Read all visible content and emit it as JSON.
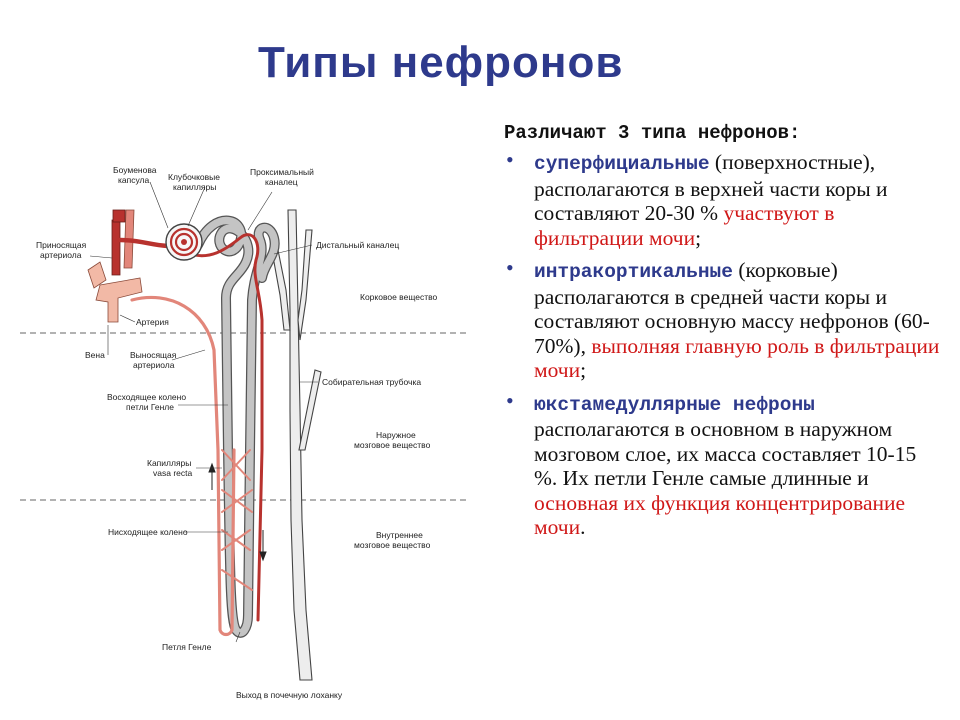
{
  "title": "Типы нефронов",
  "lead": "Различают 3 типа нефронов:",
  "types": [
    {
      "term": "суперфициальные",
      "text": " (поверхностные), располагаются в верхней части коры и составляют 20-30 % ",
      "highlight": "участвуют в фильтрации мочи",
      "tail": ";"
    },
    {
      "term": "интракортикальные",
      "text": " (корковые) располагаются в средней части коры и составляют основную массу нефронов (60-70%), ",
      "highlight": "выполняя главную роль в фильтрации мочи",
      "tail": ";"
    },
    {
      "term": "юкстамедуллярные нефроны",
      "text": " располагаются в основном в наружном мозговом слое, их масса составляет 10-15 %. Их петли Генле самые длинные и ",
      "highlight": "основная их функция концентрирование мочи",
      "tail": "."
    }
  ],
  "diagram": {
    "bowman": [
      "Боуменова",
      "капсула"
    ],
    "glomerular": [
      "Клубочковые",
      "капилляры"
    ],
    "proximal": [
      "Проксимальный",
      "каналец"
    ],
    "afferent": [
      "Приносящая",
      "артериола"
    ],
    "distal": "Дистальный каналец",
    "cortex": "Корковое вещество",
    "artery": "Артерия",
    "vein": "Вена",
    "efferent": [
      "Выносящая",
      "артериола"
    ],
    "collecting": "Собирательная трубочка",
    "ascending": [
      "Восходящее колено",
      "петли Генле"
    ],
    "outer_medulla": [
      "Наружное",
      "мозговое вещество"
    ],
    "vasa_recta": [
      "Капилляры",
      "vasa recta"
    ],
    "descending": "Нисходящее колено",
    "inner_medulla": [
      "Внутреннее",
      "мозговое вещество"
    ],
    "loop": "Петля Генле",
    "exit": "Выход в почечную лоханку"
  },
  "colors": {
    "title": "#2e3a8c",
    "highlight": "#d01818",
    "vessel": "#b8322e",
    "tubule": "#b9b9b9"
  }
}
